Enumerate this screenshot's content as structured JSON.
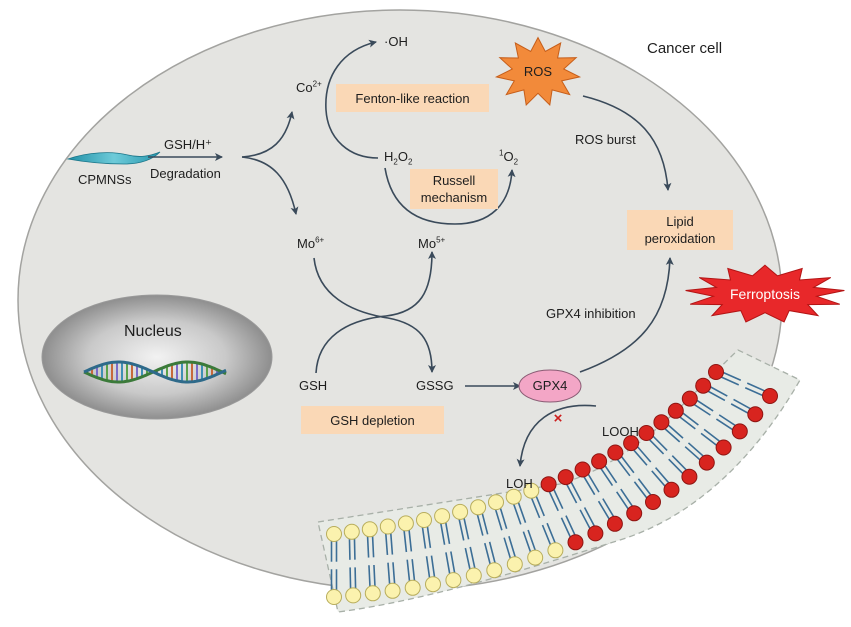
{
  "cell_label": "Cancer cell",
  "nucleus_label": "Nucleus",
  "cpmnss_label": "CPMNSs",
  "degradation": {
    "top": "GSH/H⁺",
    "bottom": "Degradation"
  },
  "species": {
    "oh": "·OH",
    "co": "Co",
    "co_sup": "2+",
    "h2o2_h": "H",
    "h2o2_2a": "2",
    "h2o2_o": "O",
    "h2o2_2b": "2",
    "singlet_sup": "1",
    "singlet_o": "O",
    "singlet_sub": "2",
    "mo6": "Mo",
    "mo6_sup": "6+",
    "mo5": "Mo",
    "mo5_sup": "5+",
    "gsh": "GSH",
    "gssg": "GSSG",
    "looh": "LOOH",
    "loh": "LOH"
  },
  "boxes": {
    "fenton": "Fenton-like reaction",
    "russell_1": "Russell",
    "russell_2": "mechanism",
    "lipid_1": "Lipid",
    "lipid_2": "peroxidation",
    "gsh_depletion": "GSH depletion"
  },
  "arrows_text": {
    "ros_burst": "ROS burst",
    "gpx4_inhibition": "GPX4 inhibition"
  },
  "ros_label": "ROS",
  "ferroptosis_label": "Ferroptosis",
  "gpx4_label": "GPX4",
  "inhibit_mark": "×",
  "colors": {
    "cell_fill": "#e4e4e1",
    "cell_stroke": "#9a9a98",
    "box_fill": "#fad8b6",
    "ros_fill": "#f28a3a",
    "ferroptosis_fill": "#e8282a",
    "gpx4_fill": "#f3a6c6",
    "arrow": "#3a4a5a",
    "lipid_head_yellow": "#fbf2ae",
    "lipid_head_red": "#d8241f",
    "tail": "#3c6e96",
    "membrane_fill": "#e8ebe6"
  }
}
